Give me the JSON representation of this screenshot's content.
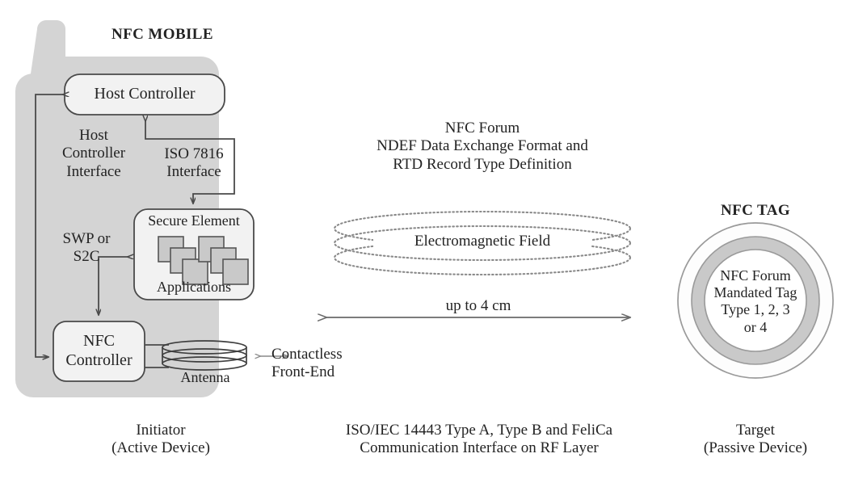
{
  "figure": {
    "title": "NFC architecture: NFC Mobile, electromagnetic field and NFC Tag"
  },
  "colors": {
    "phone_body": "#d4d4d4",
    "box_fill": "#f2f2f2",
    "box_stroke": "#4a4a4a",
    "app_square_fill": "#c9c9c9",
    "app_square_stroke": "#555555",
    "tag_ring_fill": "#c9c9c9",
    "tag_outer_fill": "#fdfdfd",
    "tag_inner_fill": "#ffffff",
    "tag_stroke": "#9a9a9a",
    "arrow": "#4a4a4a",
    "field_dots": "#8a8a8a",
    "text": "#232323"
  },
  "mobile": {
    "title": "NFC MOBILE",
    "host_controller": "Host Controller",
    "host_controller_interface": "Host\nController\nInterface",
    "iso7816_interface": "ISO 7816\nInterface",
    "swp_or_s2c": "SWP or\nS2C",
    "secure_element": "Secure Element",
    "applications": "Applications",
    "nfc_controller": "NFC\nController",
    "antenna": "Antenna",
    "contactless_front_end": "Contactless\nFront-End",
    "caption": "Initiator\n(Active Device)"
  },
  "middle": {
    "forum_heading": "NFC Forum\nNDEF Data Exchange Format and\nRTD Record Type Definition",
    "field_label": "Electromagnetic Field",
    "distance_label": "up to 4 cm",
    "caption": "ISO/IEC 14443 Type A, Type B and FeliCa\nCommunication Interface on RF Layer"
  },
  "tag": {
    "title": "NFC TAG",
    "body": "NFC Forum\nMandated Tag\nType 1, 2, 3\nor 4",
    "caption": "Target\n(Passive Device)"
  },
  "icons": {
    "arrow_bidirectional": "bidirectional-arrow",
    "arrow_single": "single-arrow",
    "antenna_coil": "antenna-coil-icon",
    "field_ellipses": "electromagnetic-field-icon"
  }
}
